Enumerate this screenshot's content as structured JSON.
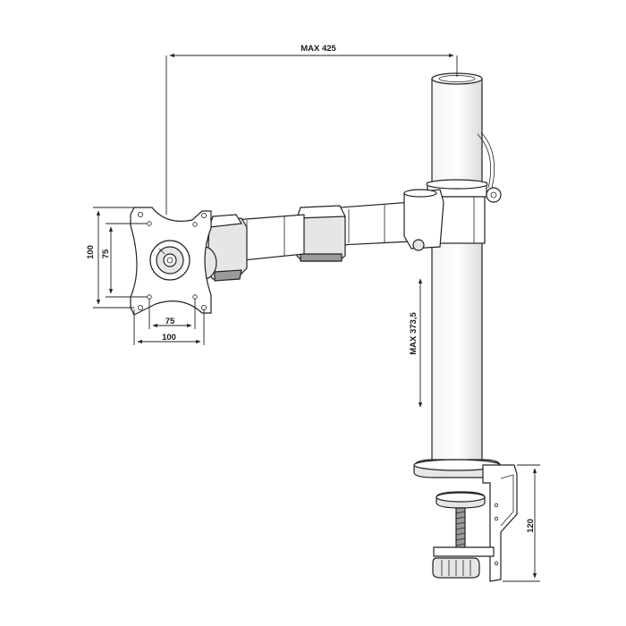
{
  "dimensions": {
    "max_reach": "MAX 425",
    "max_height": "MAX 373,5",
    "vesa_outer_vertical": "100",
    "vesa_inner_vertical": "75",
    "vesa_inner_horizontal": "75",
    "vesa_outer_horizontal": "100",
    "clamp_height": "120"
  },
  "colors": {
    "line": "#222222",
    "fill": "#ffffff",
    "shade": "#e6e6e6",
    "dark": "#9a9a9a"
  }
}
